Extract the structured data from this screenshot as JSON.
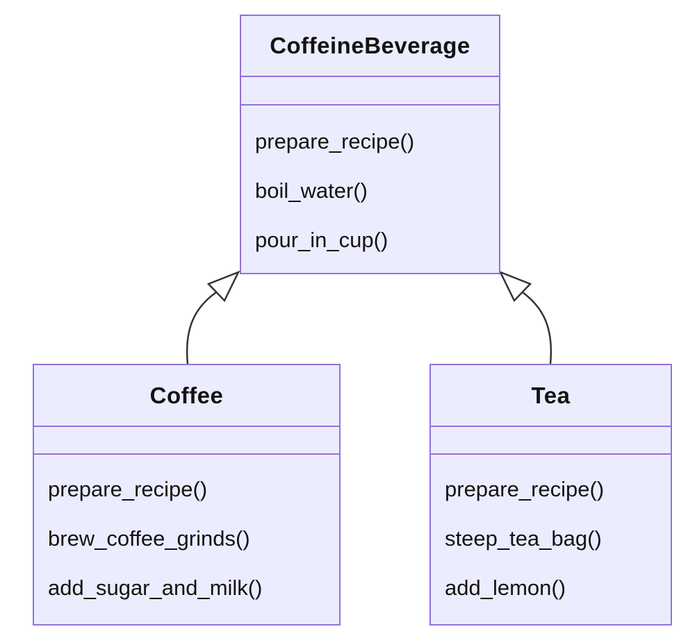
{
  "diagram": {
    "kind": "uml-class-diagram",
    "colors": {
      "background": "#ffffff",
      "box_fill": "#ECECFF",
      "box_border": "#9370DB",
      "edge_line": "#333333",
      "text": "#131313"
    },
    "classes": [
      {
        "name": "CoffeineBeverage",
        "attributes": [],
        "methods": [
          "prepare_recipe()",
          "boil_water()",
          "pour_in_cup()"
        ]
      },
      {
        "name": "Coffee",
        "attributes": [],
        "methods": [
          "prepare_recipe()",
          "brew_coffee_grinds()",
          "add_sugar_and_milk()"
        ]
      },
      {
        "name": "Tea",
        "attributes": [],
        "methods": [
          "prepare_recipe()",
          "steep_tea_bag()",
          "add_lemon()"
        ]
      }
    ],
    "relationships": [
      {
        "from": "Coffee",
        "to": "CoffeineBeverage",
        "type": "inheritance"
      },
      {
        "from": "Tea",
        "to": "CoffeineBeverage",
        "type": "inheritance"
      }
    ]
  }
}
